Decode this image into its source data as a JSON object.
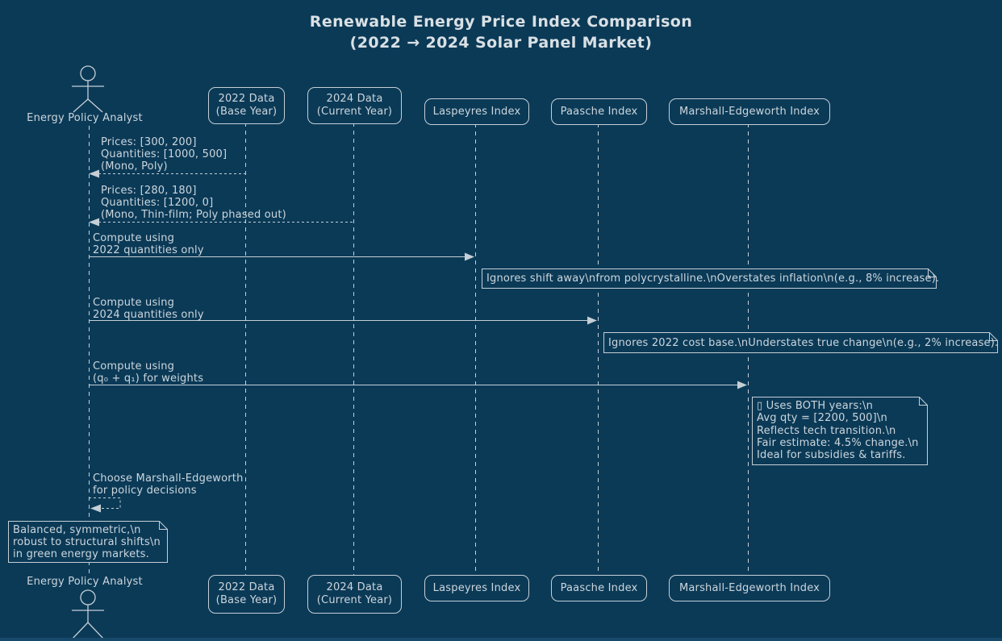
{
  "colors": {
    "background": "#0b3a57",
    "ink": "#ccd6dc",
    "title": "#d9e0e4"
  },
  "title": {
    "line1": "Renewable Energy Price Index Comparison",
    "line2": "(2022 → 2024 Solar Panel Market)"
  },
  "actor": {
    "label": "Energy Policy Analyst"
  },
  "participants": [
    {
      "label": "2022 Data\n(Base Year)"
    },
    {
      "label": "2024 Data\n(Current Year)"
    },
    {
      "label": "Laspeyres Index"
    },
    {
      "label": "Paasche Index"
    },
    {
      "label": "Marshall-Edgeworth Index"
    }
  ],
  "messages": [
    {
      "text": "Prices: [300, 200]\nQuantities: [1000, 500]\n(Mono, Poly)"
    },
    {
      "text": "Prices: [280, 180]\nQuantities: [1200, 0]\n(Mono, Thin-film; Poly phased out)"
    },
    {
      "text": "Compute using\n2022 quantities only"
    },
    {
      "text": "Compute using\n2024 quantities only"
    },
    {
      "text": "Compute using\n(q₀ + q₁) for weights"
    },
    {
      "text": "Choose Marshall-Edgeworth\nfor policy decisions"
    }
  ],
  "notes": [
    {
      "text": "Ignores shift away\\nfrom polycrystalline.\\nOverstates inflation\\n(e.g., 8% increase)."
    },
    {
      "text": "Ignores 2022 cost base.\\nUnderstates true change\\n(e.g., 2% increase)."
    },
    {
      "text": "▯ Uses BOTH years:\\n\nAvg qty = [2200, 500]\\n\nReflects tech transition.\\n\nFair estimate: 4.5% change.\\n\nIdeal for subsidies & tariffs."
    },
    {
      "text": "Balanced, symmetric,\\n\nrobust to structural shifts\\n\nin green energy markets."
    }
  ]
}
